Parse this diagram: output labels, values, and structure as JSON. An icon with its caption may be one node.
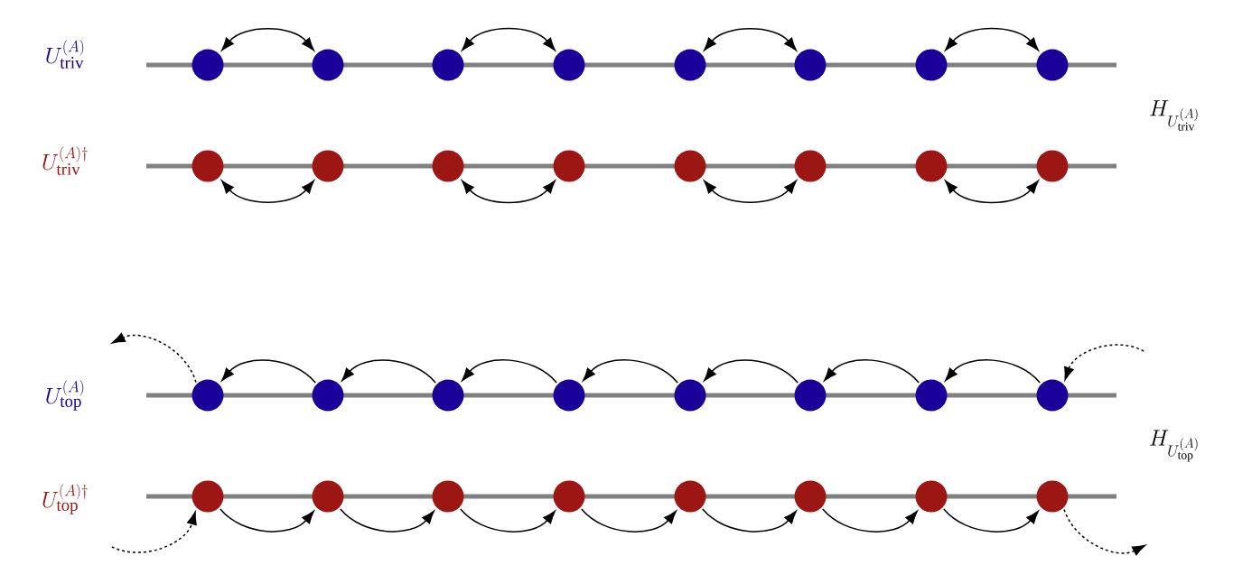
{
  "diagram": {
    "nodes": [
      {
        "text": [],
        "shape": "circle"
      },
      {
        "text": [],
        "shape": "circle"
      },
      {
        "text": [],
        "shape": "circle"
      },
      {
        "text": [],
        "shape": "circle"
      },
      {
        "text": [],
        "shape": "circle"
      },
      {
        "text": [],
        "shape": "circle"
      },
      {
        "text": [],
        "shape": "circle"
      },
      {
        "text": [],
        "shape": "circle"
      },
      {
        "text": [],
        "shape": "circle"
      },
      {
        "text": [],
        "shape": "circle"
      },
      {
        "text": [],
        "shape": "circle"
      },
      {
        "text": [],
        "shape": "circle"
      },
      {
        "text": [],
        "shape": "circle"
      },
      {
        "text": [],
        "shape": "circle"
      },
      {
        "text": [],
        "shape": "circle"
      },
      {
        "text": [],
        "shape": "circle"
      },
      {
        "text": [],
        "shape": "circle"
      },
      {
        "text": [],
        "shape": "circle"
      },
      {
        "text": [],
        "shape": "circle"
      },
      {
        "text": [],
        "shape": "circle"
      },
      {
        "text": [],
        "shape": "circle"
      },
      {
        "text": [],
        "shape": "circle"
      },
      {
        "text": [],
        "shape": "circle"
      },
      {
        "text": [],
        "shape": "circle"
      },
      {
        "text": [],
        "shape": "circle"
      },
      {
        "text": [],
        "shape": "circle"
      },
      {
        "text": [],
        "shape": "circle"
      },
      {
        "text": [],
        "shape": "circle"
      },
      {
        "text": [],
        "shape": "circle"
      },
      {
        "text": [],
        "shape": "circle"
      },
      {
        "text": [],
        "shape": "circle"
      },
      {
        "text": [],
        "shape": "circle"
      }
    ],
    "edges": [
      {
        "from": 0,
        "to": 1,
        "arrow": "both"
      },
      {
        "from": 2,
        "to": 3,
        "arrow": "both"
      },
      {
        "from": 4,
        "to": 5,
        "arrow": "both"
      },
      {
        "from": 6,
        "to": 7,
        "arrow": "both"
      },
      {
        "from": 8,
        "to": 9,
        "arrow": "both"
      },
      {
        "from": 10,
        "to": 11,
        "arrow": "both"
      },
      {
        "from": 12,
        "to": 13,
        "arrow": "both"
      },
      {
        "from": 14,
        "to": 15,
        "arrow": "both"
      },
      {
        "from": 16,
        "to": null,
        "arrow": "to",
        "style": "dashed"
      },
      {
        "from": 17,
        "to": 16,
        "arrow": "to"
      },
      {
        "from": 18,
        "to": 17,
        "arrow": "to"
      },
      {
        "from": 19,
        "to": 18,
        "arrow": "to"
      },
      {
        "from": 20,
        "to": 19,
        "arrow": "to"
      },
      {
        "from": 21,
        "to": 20,
        "arrow": "to"
      },
      {
        "from": 22,
        "to": 21,
        "arrow": "to"
      },
      {
        "from": 23,
        "to": 22,
        "arrow": "to"
      },
      {
        "from": null,
        "to": 23,
        "arrow": "to",
        "style": "dashed"
      },
      {
        "from": null,
        "to": 24,
        "arrow": "to",
        "style": "dashed"
      },
      {
        "from": 24,
        "to": 25,
        "arrow": "to"
      },
      {
        "from": 25,
        "to": 26,
        "arrow": "to"
      },
      {
        "from": 26,
        "to": 27,
        "arrow": "to"
      },
      {
        "from": 27,
        "to": 28,
        "arrow": "to"
      },
      {
        "from": 28,
        "to": 29,
        "arrow": "to"
      },
      {
        "from": 29,
        "to": 30,
        "arrow": "to"
      },
      {
        "from": 30,
        "to": 31,
        "arrow": "to"
      },
      {
        "from": 31,
        "to": null,
        "arrow": "to",
        "style": "dashed"
      }
    ],
    "labels": [
      "U^{(A)}_{\\mathrm{triv}}",
      "H_{U^{(A)}_{\\mathrm{triv}}}",
      "U^{(A)\\dagger}_{\\mathrm{triv}}",
      "U^{(A)}_{\\mathrm{top}}",
      "H_{U^{(A)}_{\\mathrm{top}}}",
      "U^{(A)\\dagger}_{\\mathrm{top}}"
    ]
  }
}
